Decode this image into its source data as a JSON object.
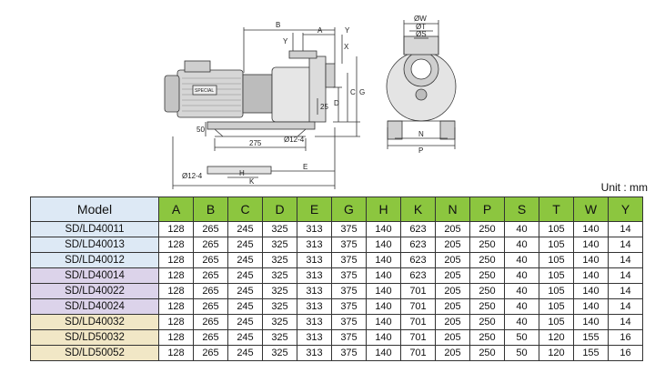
{
  "drawing": {
    "labels": {
      "B": "B",
      "A": "A",
      "Y": "Y",
      "X": "X",
      "Y_left": "Y",
      "D": "D",
      "C": "C",
      "G": "G",
      "25": "25",
      "50": "50",
      "275": "275",
      "hole": "Ø12-4",
      "hole_left": "Ø12-4",
      "H": "H",
      "E": "E",
      "K": "K",
      "W": "ØW",
      "T": "ØT",
      "S": "ØS",
      "N": "N",
      "P": "P",
      "motor_plate": "SPECIAL"
    }
  },
  "unit_label": "Unit : mm",
  "table": {
    "header_model": "Model",
    "columns": [
      "A",
      "B",
      "C",
      "D",
      "E",
      "G",
      "H",
      "K",
      "N",
      "P",
      "S",
      "T",
      "W",
      "Y"
    ],
    "rows": [
      {
        "model": "SD/LD40011",
        "group": 1,
        "values": [
          "128",
          "265",
          "245",
          "325",
          "313",
          "375",
          "140",
          "623",
          "205",
          "250",
          "40",
          "105",
          "140",
          "14"
        ]
      },
      {
        "model": "SD/LD40013",
        "group": 1,
        "values": [
          "128",
          "265",
          "245",
          "325",
          "313",
          "375",
          "140",
          "623",
          "205",
          "250",
          "40",
          "105",
          "140",
          "14"
        ]
      },
      {
        "model": "SD/LD40012",
        "group": 1,
        "values": [
          "128",
          "265",
          "245",
          "325",
          "313",
          "375",
          "140",
          "623",
          "205",
          "250",
          "40",
          "105",
          "140",
          "14"
        ]
      },
      {
        "model": "SD/LD40014",
        "group": 2,
        "values": [
          "128",
          "265",
          "245",
          "325",
          "313",
          "375",
          "140",
          "623",
          "205",
          "250",
          "40",
          "105",
          "140",
          "14"
        ]
      },
      {
        "model": "SD/LD40022",
        "group": 2,
        "values": [
          "128",
          "265",
          "245",
          "325",
          "313",
          "375",
          "140",
          "701",
          "205",
          "250",
          "40",
          "105",
          "140",
          "14"
        ]
      },
      {
        "model": "SD/LD40024",
        "group": 2,
        "values": [
          "128",
          "265",
          "245",
          "325",
          "313",
          "375",
          "140",
          "701",
          "205",
          "250",
          "40",
          "105",
          "140",
          "14"
        ]
      },
      {
        "model": "SD/LD40032",
        "group": 3,
        "values": [
          "128",
          "265",
          "245",
          "325",
          "313",
          "375",
          "140",
          "701",
          "205",
          "250",
          "40",
          "105",
          "140",
          "14"
        ]
      },
      {
        "model": "SD/LD50032",
        "group": 3,
        "values": [
          "128",
          "265",
          "245",
          "325",
          "313",
          "375",
          "140",
          "701",
          "205",
          "250",
          "50",
          "120",
          "155",
          "16"
        ]
      },
      {
        "model": "SD/LD50052",
        "group": 3,
        "values": [
          "128",
          "265",
          "245",
          "325",
          "313",
          "375",
          "140",
          "701",
          "205",
          "250",
          "50",
          "120",
          "155",
          "16"
        ]
      }
    ]
  },
  "colors": {
    "header_green": "#8cc63f",
    "model_blue": "#dde9f5",
    "model_purple": "#dcd3ea",
    "model_tan": "#f1e7c6"
  }
}
